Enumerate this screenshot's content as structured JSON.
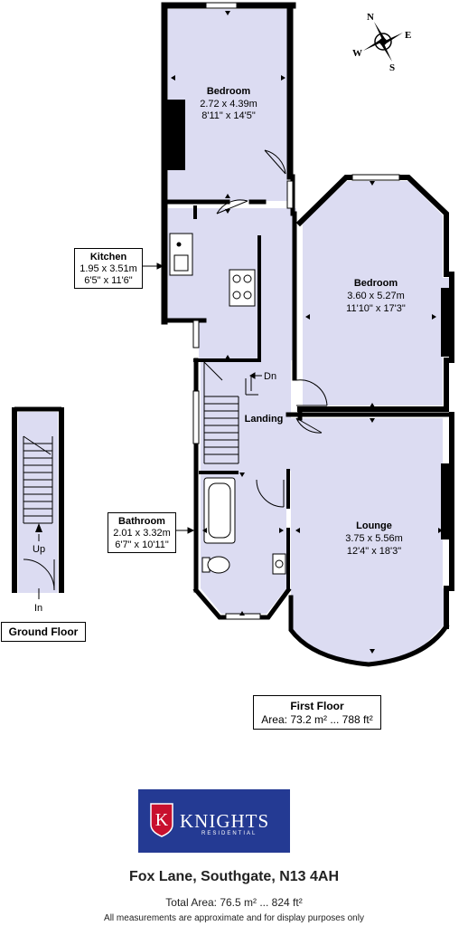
{
  "compass": {
    "n": "N",
    "e": "E",
    "s": "S",
    "w": "W"
  },
  "rooms": {
    "bedroom_top": {
      "name": "Bedroom",
      "metric": "2.72 x 4.39m",
      "imperial": "8'11\" x 14'5\""
    },
    "bedroom_right": {
      "name": "Bedroom",
      "metric": "3.60 x 5.27m",
      "imperial": "11'10\" x 17'3\""
    },
    "kitchen": {
      "name": "Kitchen",
      "metric": "1.95 x 3.51m",
      "imperial": "6'5\" x 11'6\""
    },
    "landing": {
      "name": "Landing"
    },
    "bathroom": {
      "name": "Bathroom",
      "metric": "2.01 x 3.32m",
      "imperial": "6'7\" x 10'11\""
    },
    "lounge": {
      "name": "Lounge",
      "metric": "3.75 x 5.56m",
      "imperial": "12'4\" x 18'3\""
    }
  },
  "stairs": {
    "down": "Dn",
    "up": "Up",
    "entry": "In"
  },
  "floors": {
    "ground": "Ground Floor",
    "first": {
      "name": "First Floor",
      "area": "Area: 73.2 m² ... 788 ft²"
    }
  },
  "brand": {
    "name": "KNIGHTS",
    "sub": "RESIDENTIAL",
    "color": "#243a93",
    "accent": "#c8102e"
  },
  "address": "Fox Lane, Southgate, N13 4AH",
  "total_area": "Total Area: 76.5 m² ... 824 ft²",
  "disclaimer": "All measurements are approximate and for display purposes only",
  "colors": {
    "room_fill": "#dcdcf2",
    "wall": "#000000"
  }
}
